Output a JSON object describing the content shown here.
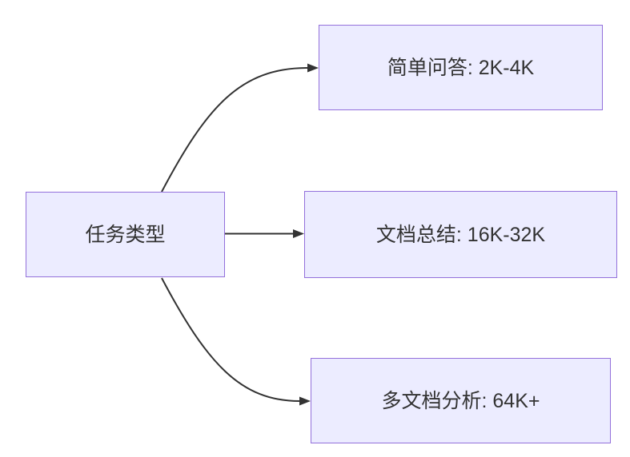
{
  "diagram": {
    "type": "flowchart-left-to-right",
    "root": {
      "label": "任务类型"
    },
    "children": [
      {
        "label": "简单问答: 2K-4K"
      },
      {
        "label": "文档总结: 16K-32K"
      },
      {
        "label": "多文档分析: 64K+"
      }
    ],
    "edges": [
      {
        "from": "任务类型",
        "to": "简单问答: 2K-4K"
      },
      {
        "from": "任务类型",
        "to": "文档总结: 16K-32K"
      },
      {
        "from": "任务类型",
        "to": "多文档分析: 64K+"
      }
    ],
    "colors": {
      "node_fill": "#ECECFF",
      "node_border": "#9370DB",
      "text": "#333333",
      "arrow": "#333333",
      "background": "#FFFFFF"
    }
  }
}
